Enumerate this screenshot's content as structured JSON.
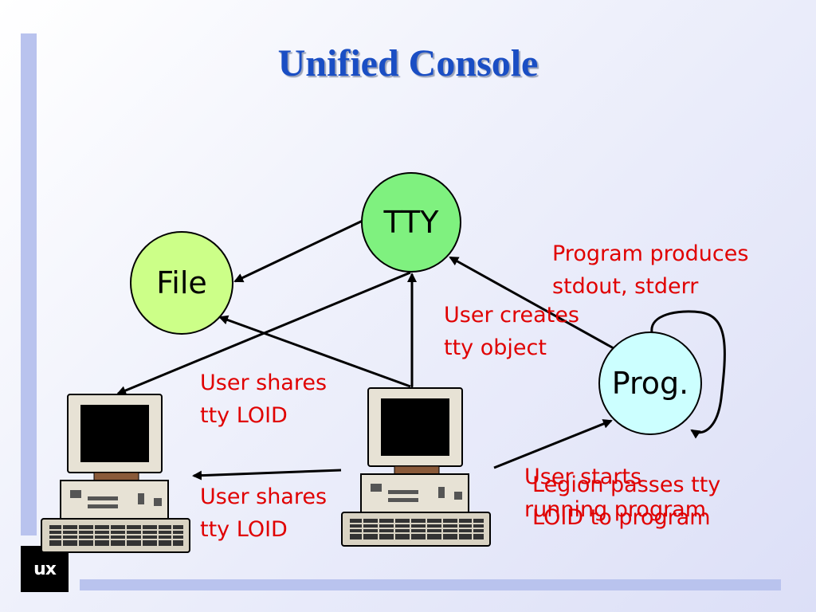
{
  "slide": {
    "title": "Unified Console",
    "logo_text": "ux"
  },
  "nodes": {
    "tty": "TTY",
    "file": "File",
    "prog": "Prog."
  },
  "labels": {
    "program_output": {
      "line1": "Program produces",
      "line2": "stdout, stderr"
    },
    "user_creates": {
      "line1": "User creates",
      "line2": "tty object"
    },
    "user_shares_top": {
      "line1": "User shares",
      "line2": "tty LOID"
    },
    "user_shares_bottom": {
      "line1": "User shares",
      "line2": "tty LOID"
    },
    "user_starts": {
      "line1": "User starts",
      "line2": "running program"
    },
    "legion_passes": {
      "line1": "Legion passes tty",
      "line2": "LOID to program"
    }
  },
  "colors": {
    "title": "#1a4ec4",
    "label": "#e00000",
    "tty_fill": "#7ff17f",
    "file_fill": "#ccff88",
    "prog_fill": "#ccffff",
    "accent_bar": "#b9c3ee"
  }
}
